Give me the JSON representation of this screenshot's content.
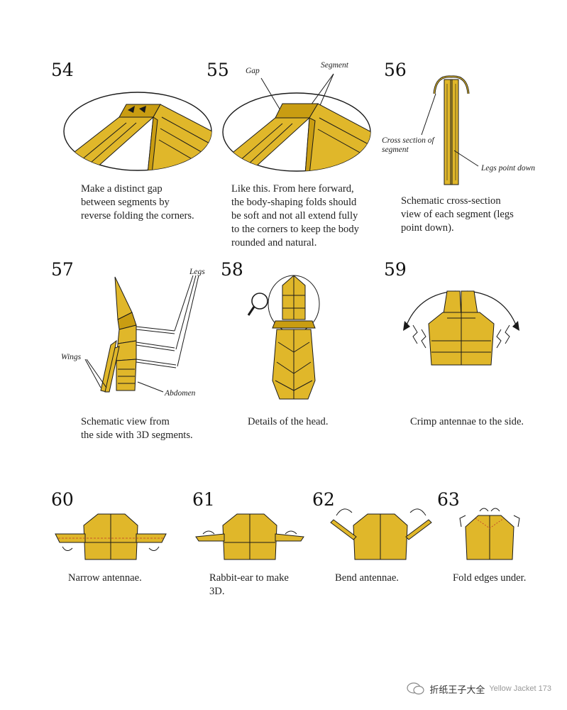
{
  "colors": {
    "paper": "#e0b72a",
    "paper_dark": "#c99d12",
    "line": "#1a1a1a"
  },
  "steps": [
    {
      "num": "54",
      "caption": "Make a distinct gap\nbetween segments by\nreverse folding the corners."
    },
    {
      "num": "55",
      "caption": "Like this. From here forward,\nthe body-shaping folds should\nbe soft and not all extend fully\nto the corners to keep the body\nrounded and natural.",
      "labels": {
        "gap": "Gap",
        "segment": "Segment"
      }
    },
    {
      "num": "56",
      "caption": "Schematic cross-section\nview of each segment (legs\npoint down).",
      "labels": {
        "cross_section": "Cross section of\nsegment",
        "legs_down": "Legs point down"
      }
    },
    {
      "num": "57",
      "caption": "Schematic view from\nthe side with 3D segments.",
      "labels": {
        "legs": "Legs",
        "wings": "Wings",
        "abdomen": "Abdomen"
      }
    },
    {
      "num": "58",
      "caption": "Details of the head."
    },
    {
      "num": "59",
      "caption": "Crimp antennae to the side."
    },
    {
      "num": "60",
      "caption": "Narrow antennae."
    },
    {
      "num": "61",
      "caption": "Rabbit-ear to make\n3D."
    },
    {
      "num": "62",
      "caption": "Bend antennae."
    },
    {
      "num": "63",
      "caption": "Fold edges under."
    }
  ],
  "footer": {
    "page_text": "Yellow Jacket 173",
    "watermark": "折纸王子大全",
    "icon": "wechat-icon"
  }
}
